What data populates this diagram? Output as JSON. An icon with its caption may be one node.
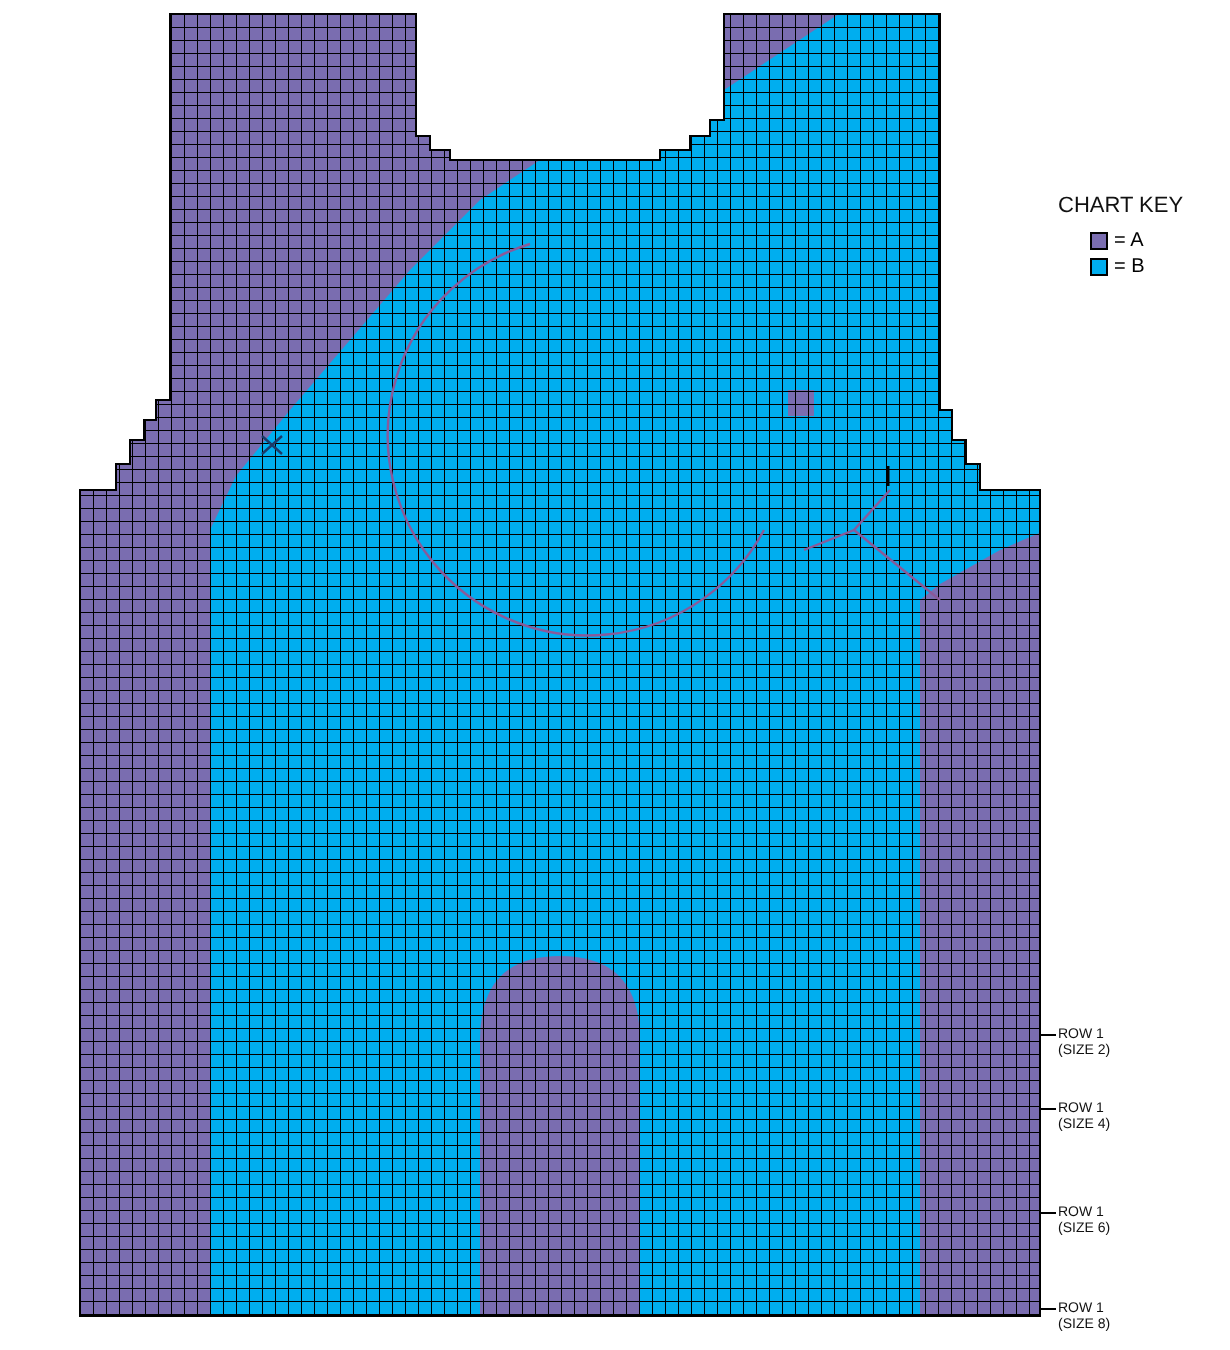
{
  "diagram": {
    "labels": [
      "CHART KEY",
      "ROW 1 (SIZE 2)",
      "ROW 1 (SIZE 4)",
      "ROW 1 (SIZE 6)",
      "ROW 1 (SIZE 8)"
    ],
    "legend": [
      {
        "text": "= A",
        "color": "#7a6db0"
      },
      {
        "text": "= B",
        "color": "#00aeef"
      }
    ]
  }
}
